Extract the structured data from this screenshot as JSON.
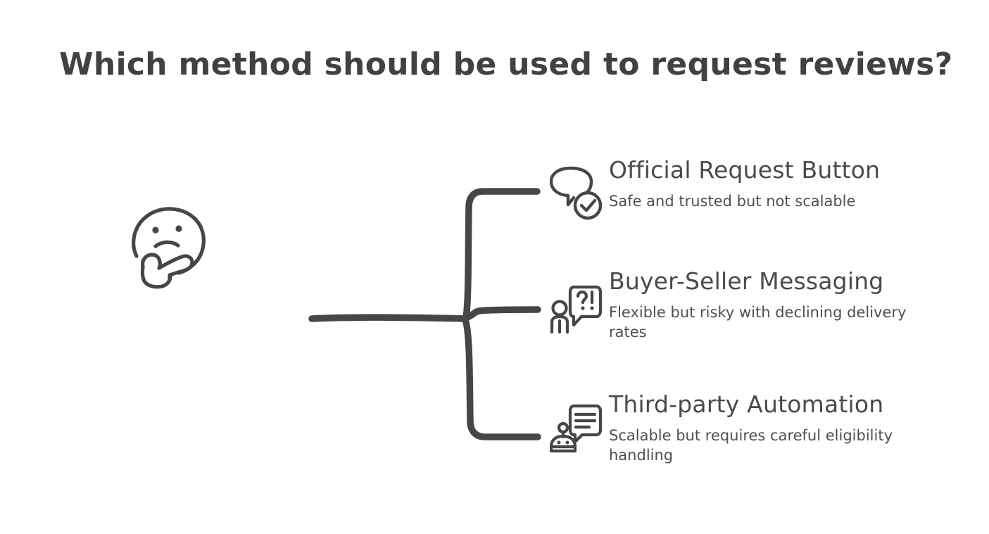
{
  "page": {
    "title": "Which method should be used to request reviews?",
    "background_color": "#ffffff",
    "ink_color": "#464646"
  },
  "thinker": {
    "icon_name": "thinking-face-icon"
  },
  "connector": {
    "name": "curly-bracket-connector",
    "style": "hand-drawn"
  },
  "branches": [
    {
      "icon_name": "speech-bubble-check-icon",
      "heading": "Official Request Button",
      "description": "Safe and trusted but not scalable"
    },
    {
      "icon_name": "person-question-exclamation-bubble-icon",
      "heading": "Buyer-Seller Messaging",
      "description": "Flexible but risky with declining delivery rates"
    },
    {
      "icon_name": "robot-chat-bubble-icon",
      "heading": "Third-party Automation",
      "description": "Scalable but requires careful eligibility handling"
    }
  ]
}
